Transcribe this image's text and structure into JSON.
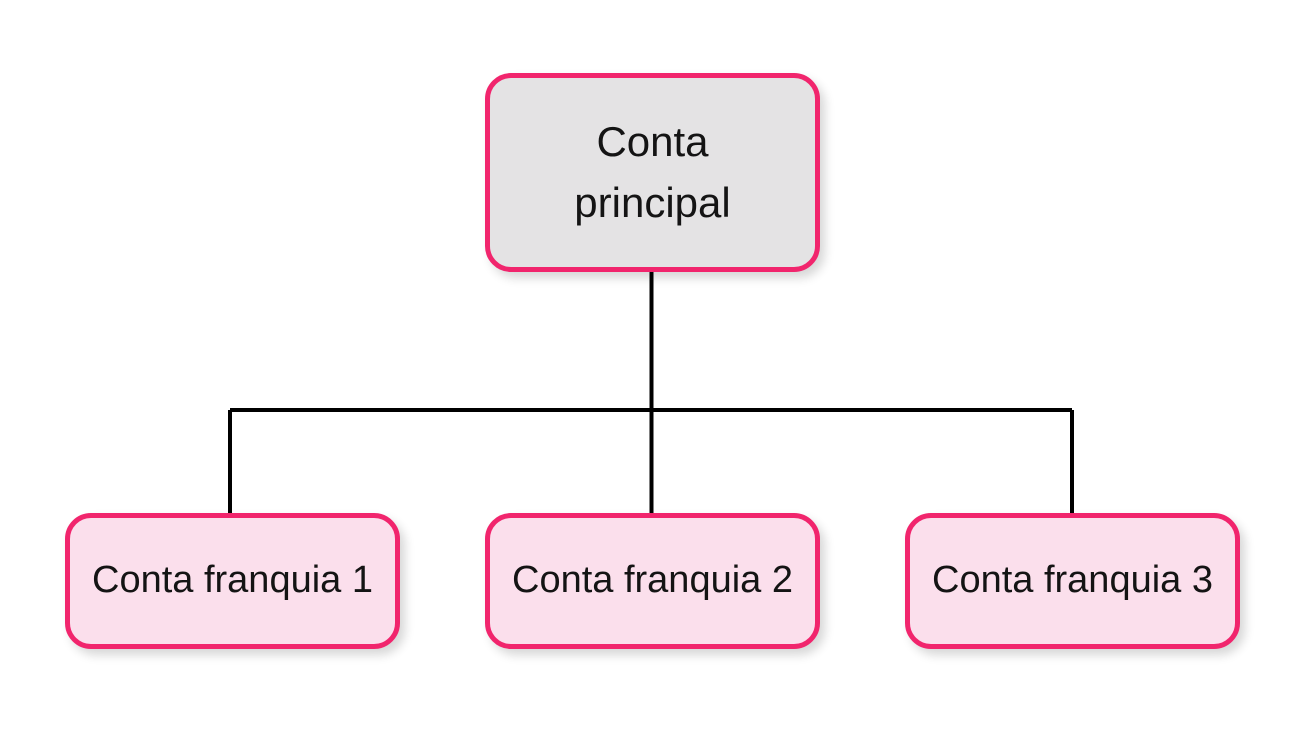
{
  "diagram": {
    "type": "tree",
    "root": {
      "label": "Conta principal"
    },
    "children": [
      {
        "label": "Conta franquia 1"
      },
      {
        "label": "Conta franquia 2"
      },
      {
        "label": "Conta franquia 3"
      }
    ],
    "colors": {
      "background": "#ffffff",
      "node_border": "#f1256d",
      "root_fill": "#e4e3e4",
      "child_fill": "#fbdfec",
      "connector": "#000000",
      "text": "#141414"
    }
  }
}
